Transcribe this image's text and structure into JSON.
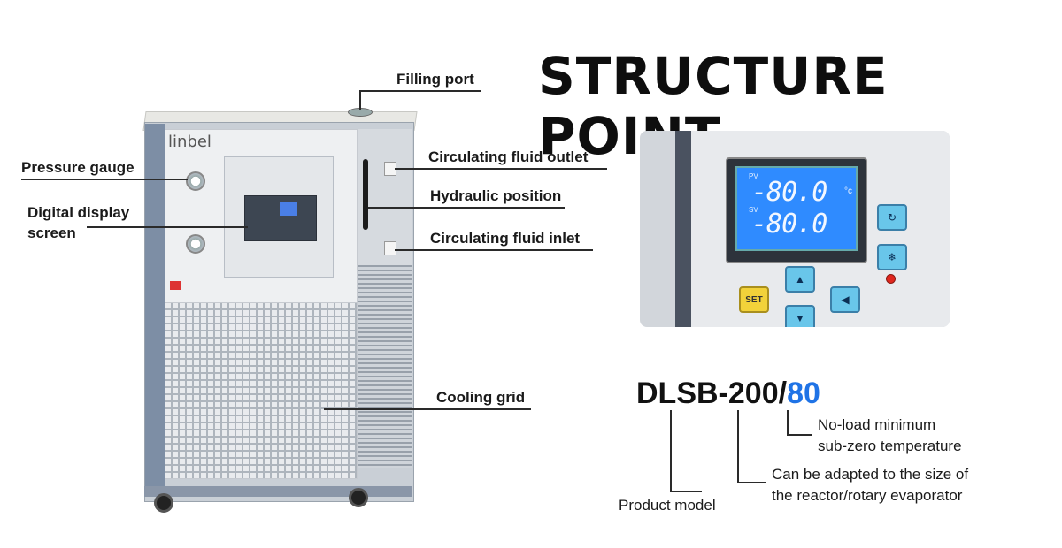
{
  "title": "STRUCTURE POINT",
  "brand": "linbel",
  "callouts": {
    "filling_port": "Filling port",
    "pressure_gauge": "Pressure gauge",
    "digital_display_line1": "Digital display",
    "digital_display_line2": "screen",
    "outlet": "Circulating fluid outlet",
    "hydraulic": "Hydraulic position",
    "inlet": "Circulating fluid inlet",
    "cooling_grid": "Cooling grid"
  },
  "display": {
    "pv_label": "PV",
    "pv_value": "-80.0",
    "unit": "°c",
    "sv_label": "SV",
    "sv_value": "-80.0",
    "set_button": "SET"
  },
  "model": {
    "prefix": "DLSB-200/",
    "accent": "80",
    "accent_color": "#1f73e6"
  },
  "notes": {
    "temp_line1": "No-load minimum",
    "temp_line2": "sub-zero temperature",
    "size_line1": "Can be adapted to the size of",
    "size_line2": "the reactor/rotary evaporator",
    "product_model": "Product model"
  }
}
